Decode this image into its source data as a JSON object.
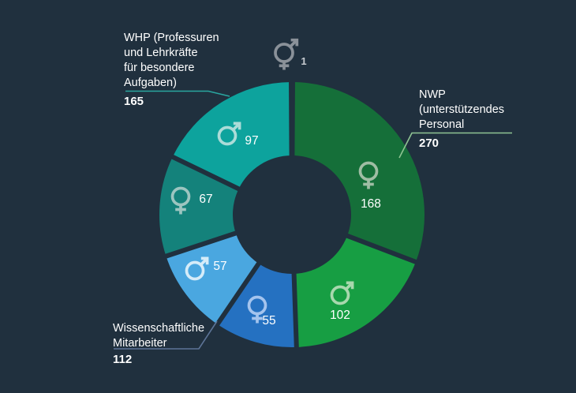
{
  "background": "#20303e",
  "chart_data": {
    "type": "donut",
    "text_color": "#ffffff",
    "segment_value_color": "#ffffff",
    "segments": [
      {
        "group": "NWP",
        "gender": "female",
        "value": 168,
        "color": "#156f39",
        "icon_color": "#9fbda4"
      },
      {
        "group": "NWP",
        "gender": "male",
        "value": 102,
        "color": "#179e43",
        "icon_color": "#a8d8ad"
      },
      {
        "group": "WM",
        "gender": "female",
        "value": 55,
        "color": "#2571c1",
        "icon_color": "#a4c4ee"
      },
      {
        "group": "WM",
        "gender": "male",
        "value": 57,
        "color": "#4aa7e0",
        "icon_color": "#d5ecf9"
      },
      {
        "group": "WHP",
        "gender": "female",
        "value": 67,
        "color": "#14827b",
        "icon_color": "#9cc5c0"
      },
      {
        "group": "WHP",
        "gender": "male",
        "value": 97,
        "color": "#0da39d",
        "icon_color": "#abdcd8"
      }
    ],
    "diverse_segment": {
      "group": "WHP",
      "gender": "diverse",
      "value": 1,
      "icon_color": "#8a9199",
      "value_color": "#c6cbd0"
    }
  },
  "callouts": {
    "whp": {
      "lines": [
        "WHP (Professuren",
        "und Lehrkräfte",
        "für besondere",
        "Aufgaben)"
      ],
      "total": "165",
      "line_color": "#2aa6a0"
    },
    "nwp": {
      "lines": [
        "NWP",
        "(unterstützendes",
        "Personal"
      ],
      "total": "270",
      "line_color": "#8fc493"
    },
    "wm": {
      "lines": [
        "Wissenschaftliche",
        "Mitarbeiter"
      ],
      "total": "112",
      "line_color": "#5d7497"
    }
  }
}
